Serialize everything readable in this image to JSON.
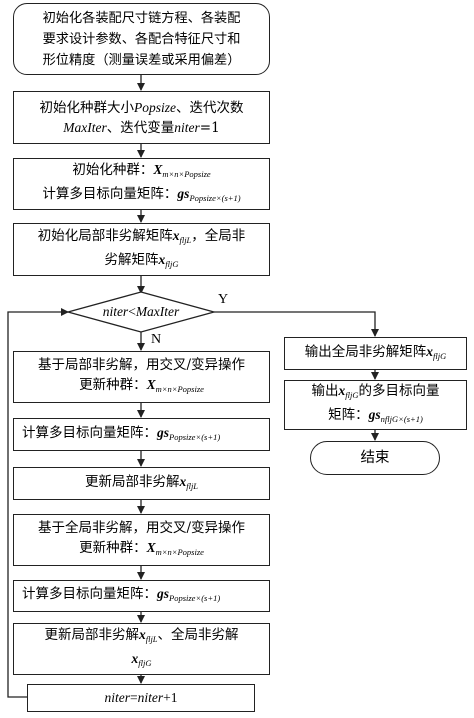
{
  "steps": {
    "init_chain": {
      "line1": "初始化各装配尺寸链方程、各装配",
      "line2": "要求设计参数、各配合特征尺寸和",
      "line3": "形位精度（测量误差或采用偏差）"
    },
    "init_params": {
      "line1_text": "初始化种群大小",
      "line1_var": "Popsize",
      "line1_tail": "、迭代次数",
      "line2_var": "MaxIter",
      "line2_text": "、迭代变量",
      "line2_var2": "niter",
      "line2_tail": "=1"
    },
    "init_pop": {
      "line1_text": "初始化种群：",
      "line1_var": "X",
      "line1_sub": "m×n×Popsize",
      "line2_text": "计算多目标向量矩阵：",
      "line2_var": "gs",
      "line2_sub": "Popsize×(s+1)"
    },
    "init_nondom": {
      "line1_text": "初始化局部非劣解矩阵",
      "line1_var": "x",
      "line1_sub": "fljL",
      "line1_tail": "，全局非",
      "line2_text": "劣解矩阵",
      "line2_var": "x",
      "line2_sub": "fljG"
    },
    "condition": {
      "var": "niter",
      "op": "<",
      "var2": "MaxIter"
    },
    "update_local_pop": {
      "line1": "基于局部非劣解，用交叉/变异操作",
      "line2_text": "更新种群：",
      "line2_var": "X",
      "line2_sub": "m×n×Popsize"
    },
    "calc_gs_1": {
      "text": "计算多目标向量矩阵：",
      "var": "gs",
      "sub": "Popsize×(s+1)"
    },
    "update_local_nondom": {
      "text": "更新局部非劣解",
      "var": "x",
      "sub": "fljL"
    },
    "update_global_pop": {
      "line1": "基于全局非劣解，用交叉/变异操作",
      "line2_text": "更新种群：",
      "line2_var": "X",
      "line2_sub": "m×n×Popsize"
    },
    "calc_gs_2": {
      "text": "计算多目标向量矩阵：",
      "var": "gs",
      "sub": "Popsize×(s+1)"
    },
    "update_both_nondom": {
      "line1_text": "更新局部非劣解",
      "line1_var": "x",
      "line1_sub": "fljL",
      "line1_tail": "、全局非劣解",
      "line2_var": "x",
      "line2_sub": "fljG"
    },
    "increment": {
      "var": "niter",
      "mid": "=",
      "var2": "niter",
      "tail": "+1"
    },
    "output_global": {
      "text": "输出全局非劣解矩阵",
      "var": "x",
      "sub": "fljG"
    },
    "output_gs": {
      "line1_text": "输出",
      "line1_var": "x",
      "line1_sub": "fljG",
      "line1_tail": "的多目标向量",
      "line2_text": "矩阵：",
      "line2_var": "gs",
      "line2_sub": "nfljG×(s+1)"
    },
    "end": {
      "text": "结束"
    }
  },
  "branches": {
    "yes": "Y",
    "no": "N"
  }
}
